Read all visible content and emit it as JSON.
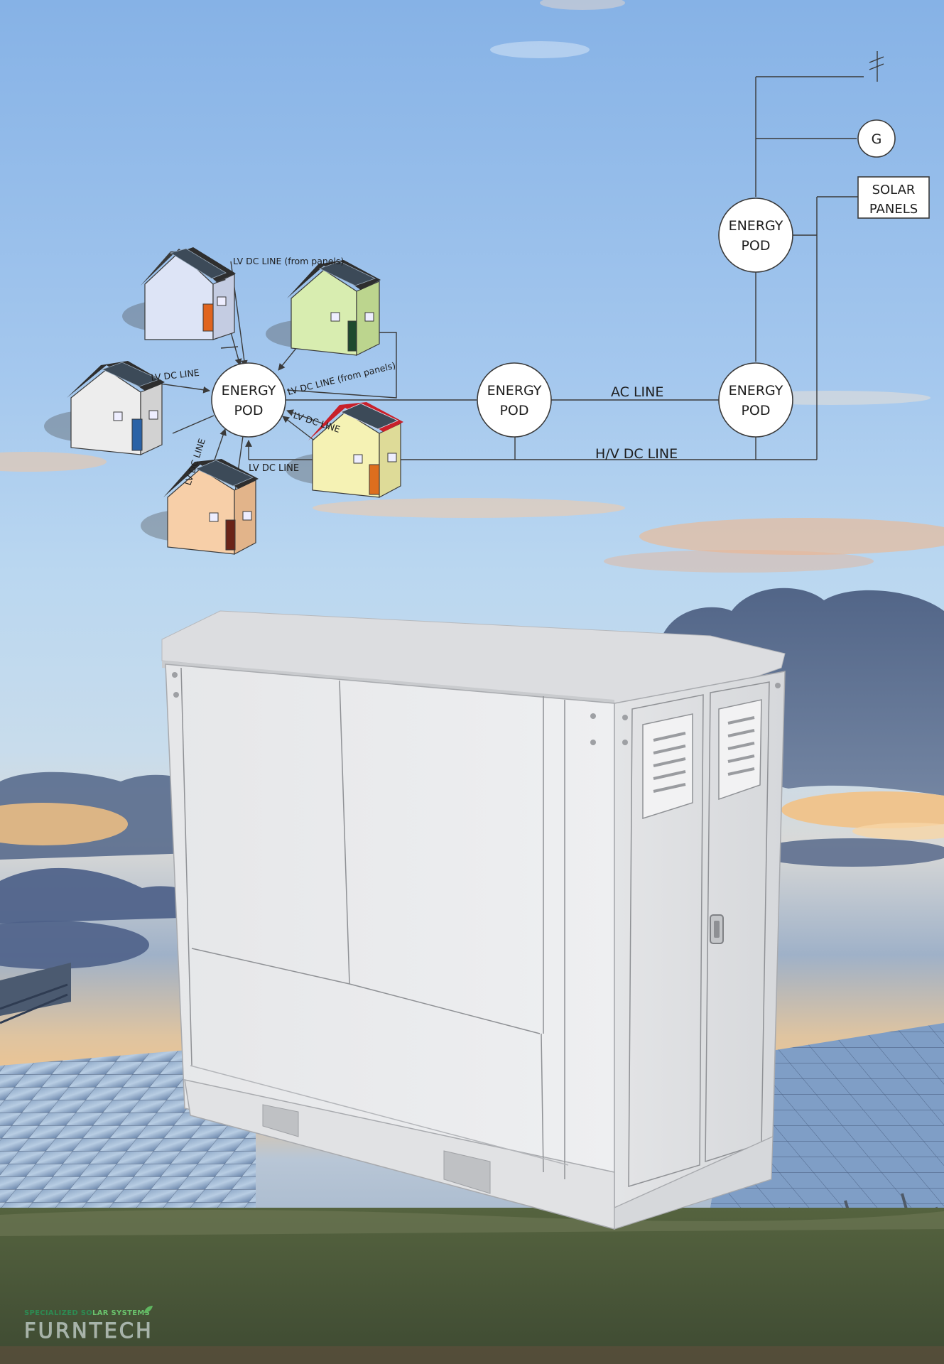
{
  "diagram": {
    "pods": {
      "hub": [
        "ENERGY",
        "POD"
      ],
      "middle": [
        "ENERGY",
        "POD"
      ],
      "lower_right": [
        "ENERGY",
        "POD"
      ],
      "upper_right": [
        "ENERGY",
        "POD"
      ]
    },
    "generator": "G",
    "solar_panels": [
      "SOLAR",
      "PANELS"
    ],
    "labels": {
      "lv_dc_from_panels_top": "LV DC LINE (from panels)",
      "lv_dc_from_panels_right": "LV DC LINE (from panels)",
      "lv_dc_left": "LV DC LINE",
      "lv_dc_right": "LV DC LINE",
      "lv_dc_bottom": "LV DC LINE",
      "lv_dc_diagonal": "LV DC LINE",
      "ac_line": "AC LINE",
      "hv_dc_line": "H/V DC LINE"
    },
    "houses": [
      {
        "position": "top-left",
        "wall_color": "#dde4f6",
        "door_color": "#e0641e"
      },
      {
        "position": "right",
        "wall_color": "#d8edb0",
        "door_color": "#1e4a2e"
      },
      {
        "position": "left",
        "wall_color": "#ededed",
        "door_color": "#2a62a6"
      },
      {
        "position": "bottom",
        "wall_color": "#f7cfa8",
        "door_color": "#6a2418"
      },
      {
        "position": "bottom-right",
        "wall_color": "#f5f2b4",
        "door_color": "#dd6e1e",
        "roof_color": "#c8202a"
      }
    ]
  },
  "brand": {
    "tagline_part1": "SPECIALIZED SO",
    "tagline_part2": "LAR SYSTEMS",
    "wordmark": "FURNTECH"
  },
  "colors": {
    "line": "#3a3a3a",
    "pod_fill": "#ffffff",
    "sky_top": "#8fb8e8",
    "sky_horizon": "#f3c28f",
    "cabinet": "#e9eaec"
  }
}
